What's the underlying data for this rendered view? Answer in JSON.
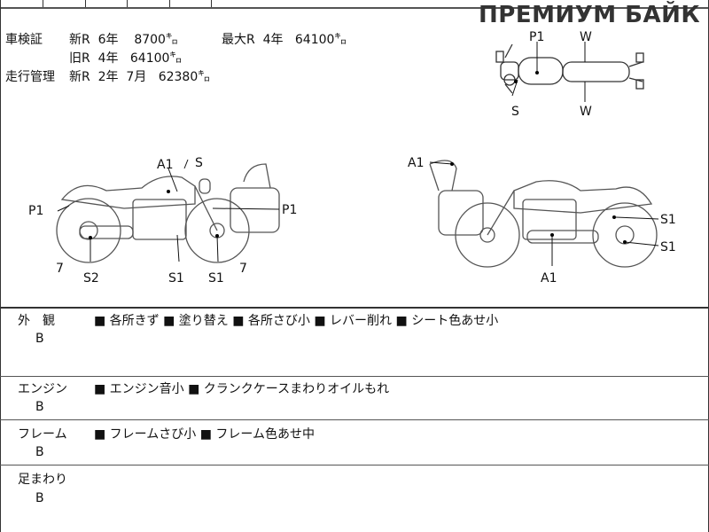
{
  "watermark": "ПРЕМИУМ БАЙК",
  "registration": {
    "label": "車検証",
    "new": "新R  6年    8700㌔",
    "max": "最大R  4年   64100㌔",
    "old": "旧R  4年   64100㌔"
  },
  "mileage": {
    "label": "走行管理",
    "value": "新R  2年  7月   62380㌔"
  },
  "top_diagram": {
    "labels": [
      "P1",
      "W",
      "S",
      "W"
    ]
  },
  "left_diagram": {
    "labels": [
      "A1",
      "S",
      "P1",
      "P1",
      "7",
      "S2",
      "S1",
      "S1",
      "7"
    ]
  },
  "right_diagram": {
    "labels": [
      "A1",
      "S1",
      "S1",
      "A1"
    ]
  },
  "sections": [
    {
      "name": "外　観",
      "grade": "B",
      "remarks": "■ 各所きず ■ 塗り替え ■ 各所さび小 ■ レバー削れ ■ シート色あせ小"
    },
    {
      "name": "エンジン",
      "grade": "B",
      "remarks": "■ エンジン音小 ■ クランクケースまわりオイルもれ"
    },
    {
      "name": "フレーム",
      "grade": "B",
      "remarks": "■ フレームさび小 ■ フレーム色あせ中"
    },
    {
      "name": "足まわり",
      "grade": "B",
      "remarks": ""
    }
  ]
}
